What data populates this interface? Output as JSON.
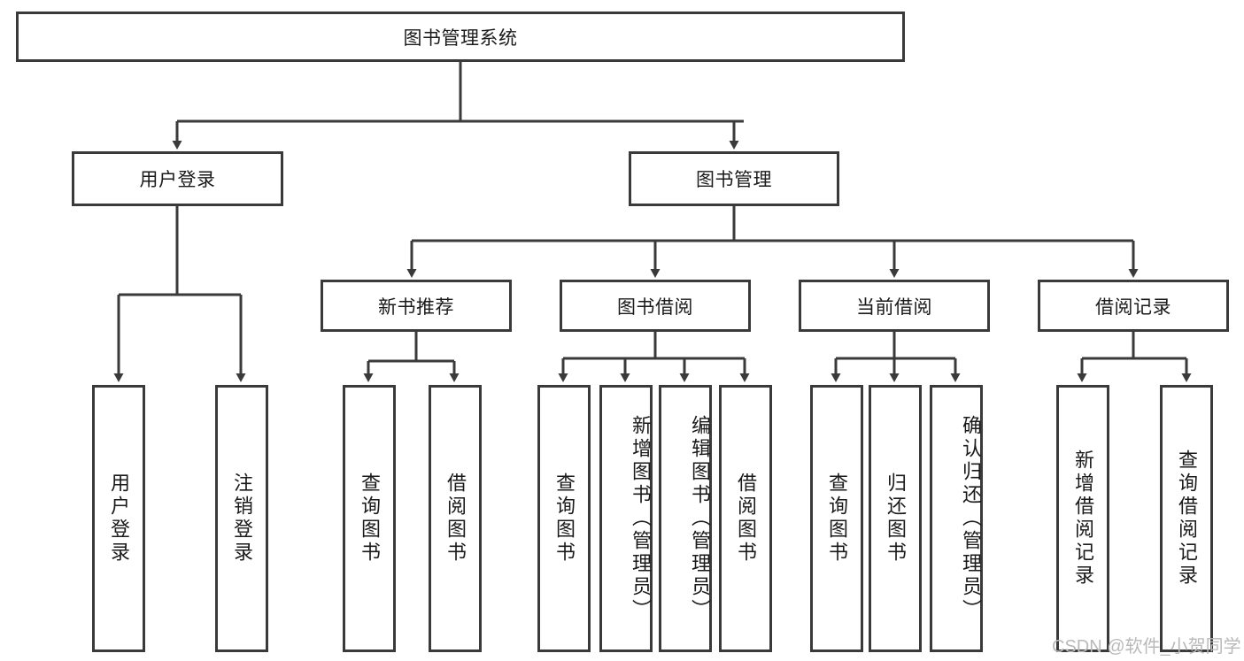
{
  "diagram": {
    "type": "tree-hierarchy-diagram",
    "title": "图书管理系统",
    "watermark": "CSDN @软件_小贺同学",
    "colors": {
      "box_border": "#3a3a3a",
      "box_fill": "#ffffff",
      "link": "#3a3a3a",
      "text": "#1a1a1a",
      "watermark": "#b9b9b9",
      "background": "#ffffff"
    },
    "root": {
      "label": "图书管理系统"
    },
    "level1": [
      {
        "label": "用户登录"
      },
      {
        "label": "图书管理"
      }
    ],
    "level2": [
      {
        "label": "新书推荐"
      },
      {
        "label": "图书借阅"
      },
      {
        "label": "当前借阅"
      },
      {
        "label": "借阅记录"
      }
    ],
    "leaves": {
      "user_login": [
        {
          "label": "用户登录"
        },
        {
          "label": "注销登录"
        }
      ],
      "new_book_recommend": [
        {
          "label": "查询图书"
        },
        {
          "label": "借阅图书"
        }
      ],
      "book_borrow": [
        {
          "label": "查询图书"
        },
        {
          "label": "新增图书（管理员）"
        },
        {
          "label": "编辑图书（管理员）"
        },
        {
          "label": "借阅图书"
        }
      ],
      "current_borrow": [
        {
          "label": "查询图书"
        },
        {
          "label": "归还图书"
        },
        {
          "label": "确认归还（管理员）"
        }
      ],
      "borrow_record": [
        {
          "label": "新增借阅记录"
        },
        {
          "label": "查询借阅记录"
        }
      ]
    }
  }
}
